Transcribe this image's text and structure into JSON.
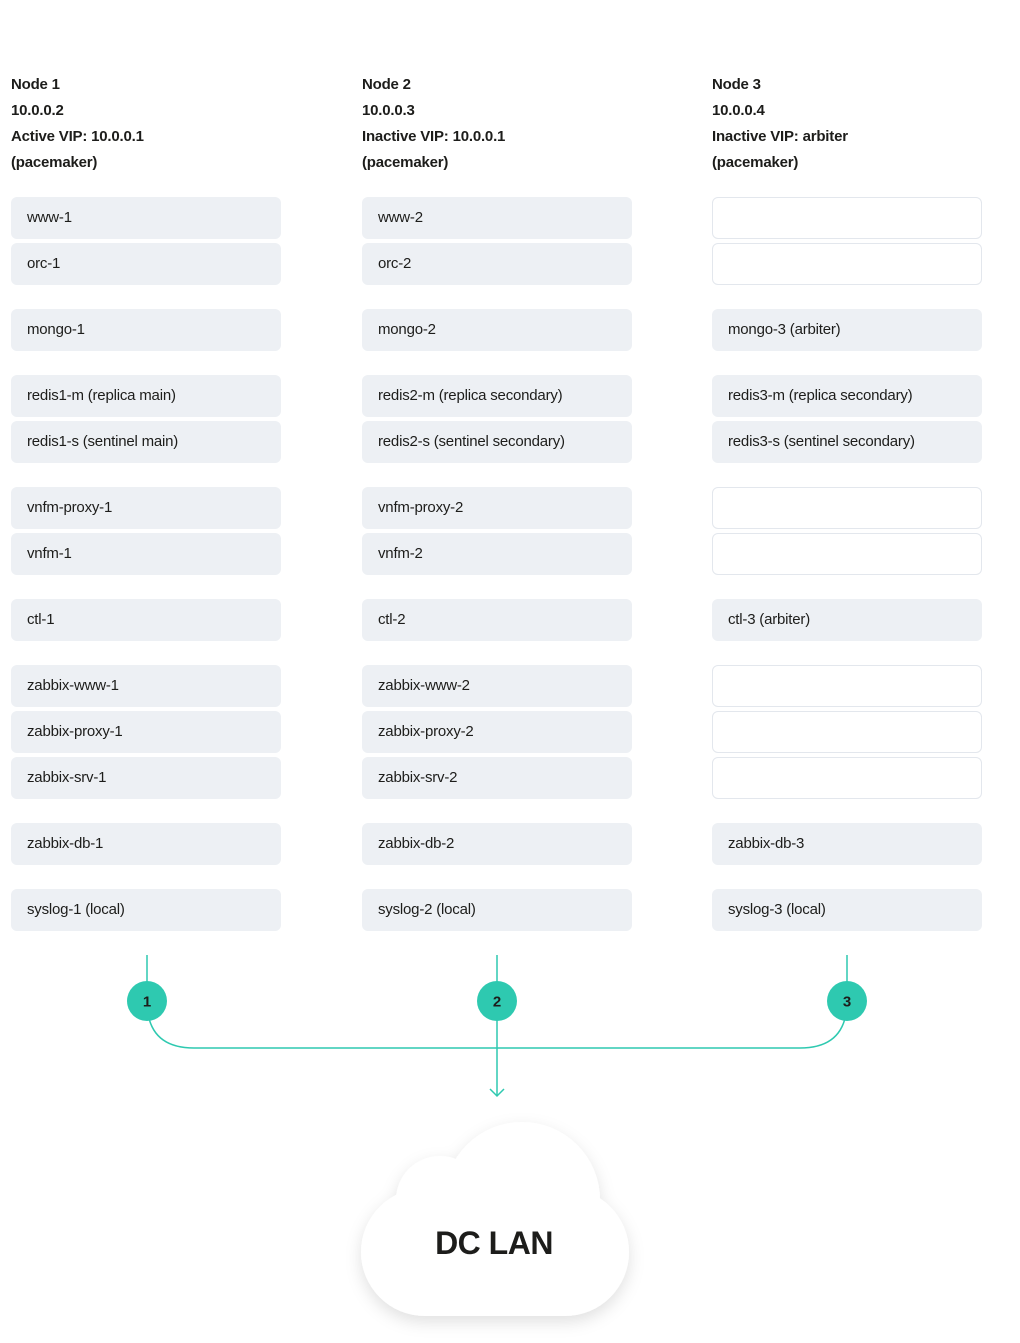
{
  "nodes": [
    {
      "name": "Node 1",
      "ip": "10.0.0.2",
      "vip": "Active VIP: 10.0.0.1",
      "role": "(pacemaker)",
      "services": [
        "www-1",
        "orc-1",
        "mongo-1",
        "redis1-m (replica main)",
        "redis1-s (sentinel main)",
        "vnfm-proxy-1",
        "vnfm-1",
        "ctl-1",
        "zabbix-www-1",
        "zabbix-proxy-1",
        "zabbix-srv-1",
        "zabbix-db-1",
        "syslog-1 (local)"
      ]
    },
    {
      "name": "Node 2",
      "ip": "10.0.0.3",
      "vip": "Inactive VIP: 10.0.0.1",
      "role": "(pacemaker)",
      "services": [
        "www-2",
        "orc-2",
        "mongo-2",
        "redis2-m (replica secondary)",
        "redis2-s (sentinel secondary)",
        "vnfm-proxy-2",
        "vnfm-2",
        "ctl-2",
        "zabbix-www-2",
        "zabbix-proxy-2",
        "zabbix-srv-2",
        "zabbix-db-2",
        "syslog-2 (local)"
      ]
    },
    {
      "name": "Node 3",
      "ip": "10.0.0.4",
      "vip": "Inactive VIP: arbiter",
      "role": "(pacemaker)",
      "services": [
        "",
        "",
        "mongo-3 (arbiter)",
        "redis3-m (replica secondary)",
        "redis3-s (sentinel secondary)",
        "",
        "",
        "ctl-3 (arbiter)",
        "",
        "",
        "",
        "zabbix-db-3",
        "syslog-3 (local)"
      ]
    }
  ],
  "badges": [
    "1",
    "2",
    "3"
  ],
  "network": {
    "label": "DC LAN"
  },
  "colors": {
    "accent": "#2ec9b0",
    "box": "#edf0f4",
    "box_border": "#e3e7ed",
    "text": "#1d1d1b"
  }
}
